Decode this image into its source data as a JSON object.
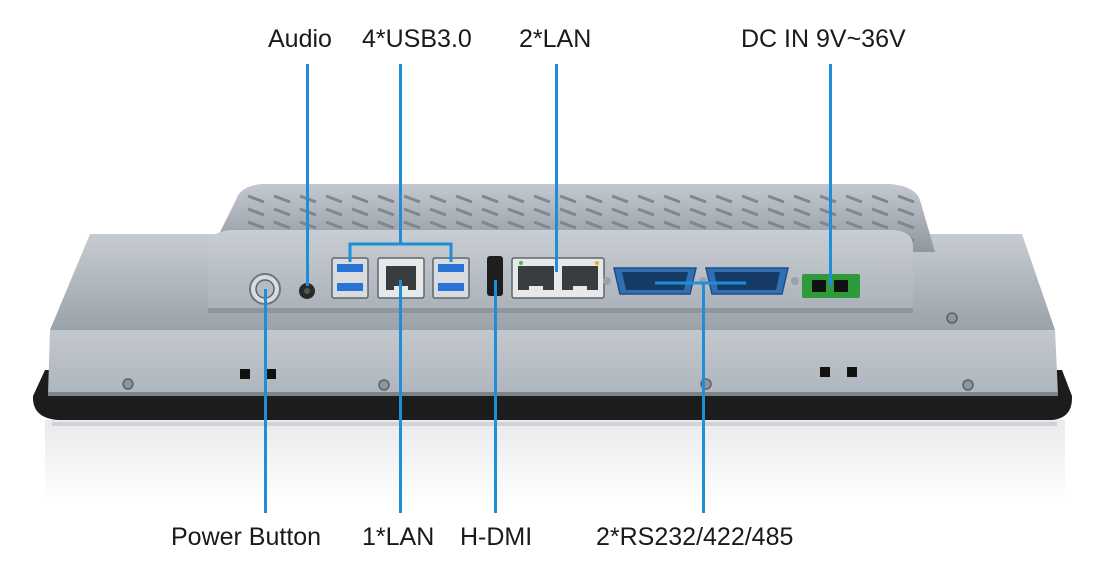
{
  "labels": {
    "audio": "Audio",
    "usb": "4*USB3.0",
    "lan2": "2*LAN",
    "dc_in": "DC IN 9V~36V",
    "power": "Power Button",
    "lan1": "1*LAN",
    "hdmi": "H-DMI",
    "serial": "2*RS232/422/485"
  },
  "colors": {
    "callout": "#1e8fd6",
    "chassis": "#b9c1c9",
    "bezel": "#1c1c1c",
    "terminal": "#2e9a3a",
    "serial_port": "#2f6fb3",
    "usb_blue": "#2a73d6"
  }
}
